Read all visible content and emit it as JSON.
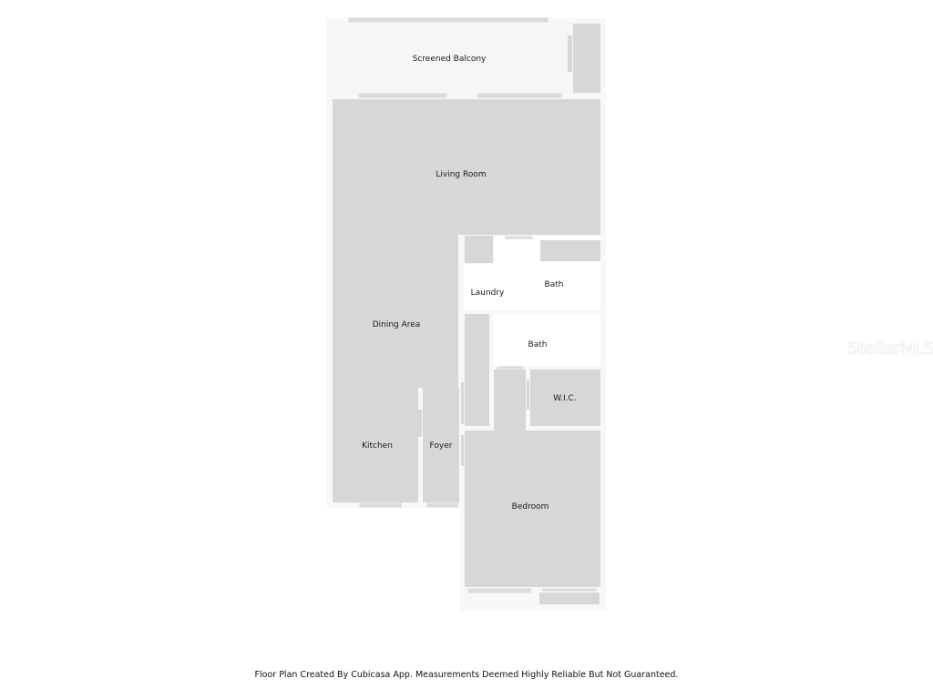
{
  "floor_plan": {
    "rooms": [
      {
        "id": "screened-balcony",
        "label": "Screened Balcony"
      },
      {
        "id": "living-room",
        "label": "Living Room"
      },
      {
        "id": "dining-area",
        "label": "Dining Area"
      },
      {
        "id": "kitchen",
        "label": "Kitchen"
      },
      {
        "id": "foyer",
        "label": "Foyer"
      },
      {
        "id": "laundry",
        "label": "Laundry"
      },
      {
        "id": "bath-1",
        "label": "Bath"
      },
      {
        "id": "bath-2",
        "label": "Bath"
      },
      {
        "id": "wic",
        "label": "W.I.C."
      },
      {
        "id": "bedroom",
        "label": "Bedroom"
      }
    ],
    "colors": {
      "room_fill": "#d8d6d7",
      "balcony_fill": "#f6f6f5",
      "background": "#ffffff"
    }
  },
  "watermark": "StellarMLS",
  "footer": "Floor Plan Created By Cubicasa App. Measurements Deemed Highly Reliable But Not Guaranteed."
}
